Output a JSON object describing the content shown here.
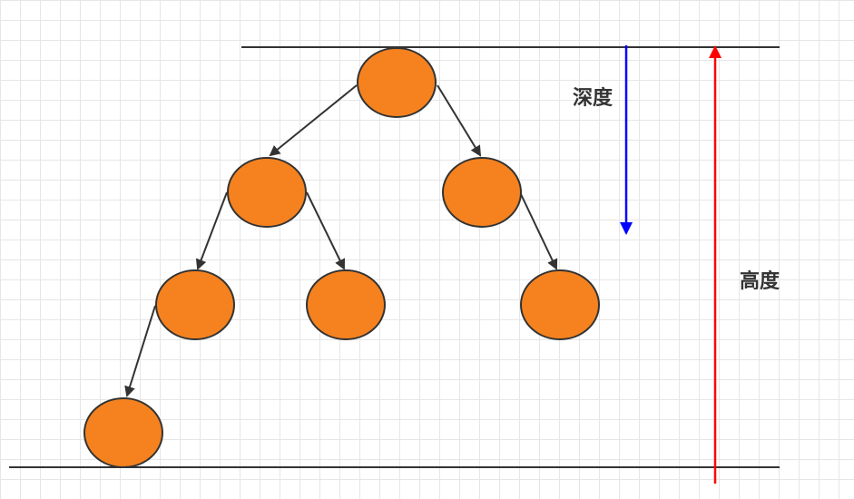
{
  "labels": {
    "depth": "深度",
    "height": "高度"
  },
  "colors": {
    "node_fill": "#f5821f",
    "node_stroke": "#333333",
    "edge": "#333333",
    "depth_arrow": "#0000ff",
    "height_arrow": "#ff0000",
    "grid": "#e6e6e6"
  },
  "tree": {
    "nodes": [
      {
        "id": "root"
      },
      {
        "id": "l1-left"
      },
      {
        "id": "l1-right"
      },
      {
        "id": "l2-left-left"
      },
      {
        "id": "l2-left-right"
      },
      {
        "id": "l2-right-right"
      },
      {
        "id": "l3-leaf"
      }
    ],
    "edges": [
      {
        "from": "root",
        "to": "l1-left"
      },
      {
        "from": "root",
        "to": "l1-right"
      },
      {
        "from": "l1-left",
        "to": "l2-left-left"
      },
      {
        "from": "l1-left",
        "to": "l2-left-right"
      },
      {
        "from": "l1-right",
        "to": "l2-right-right"
      },
      {
        "from": "l2-left-left",
        "to": "l3-leaf"
      }
    ]
  }
}
